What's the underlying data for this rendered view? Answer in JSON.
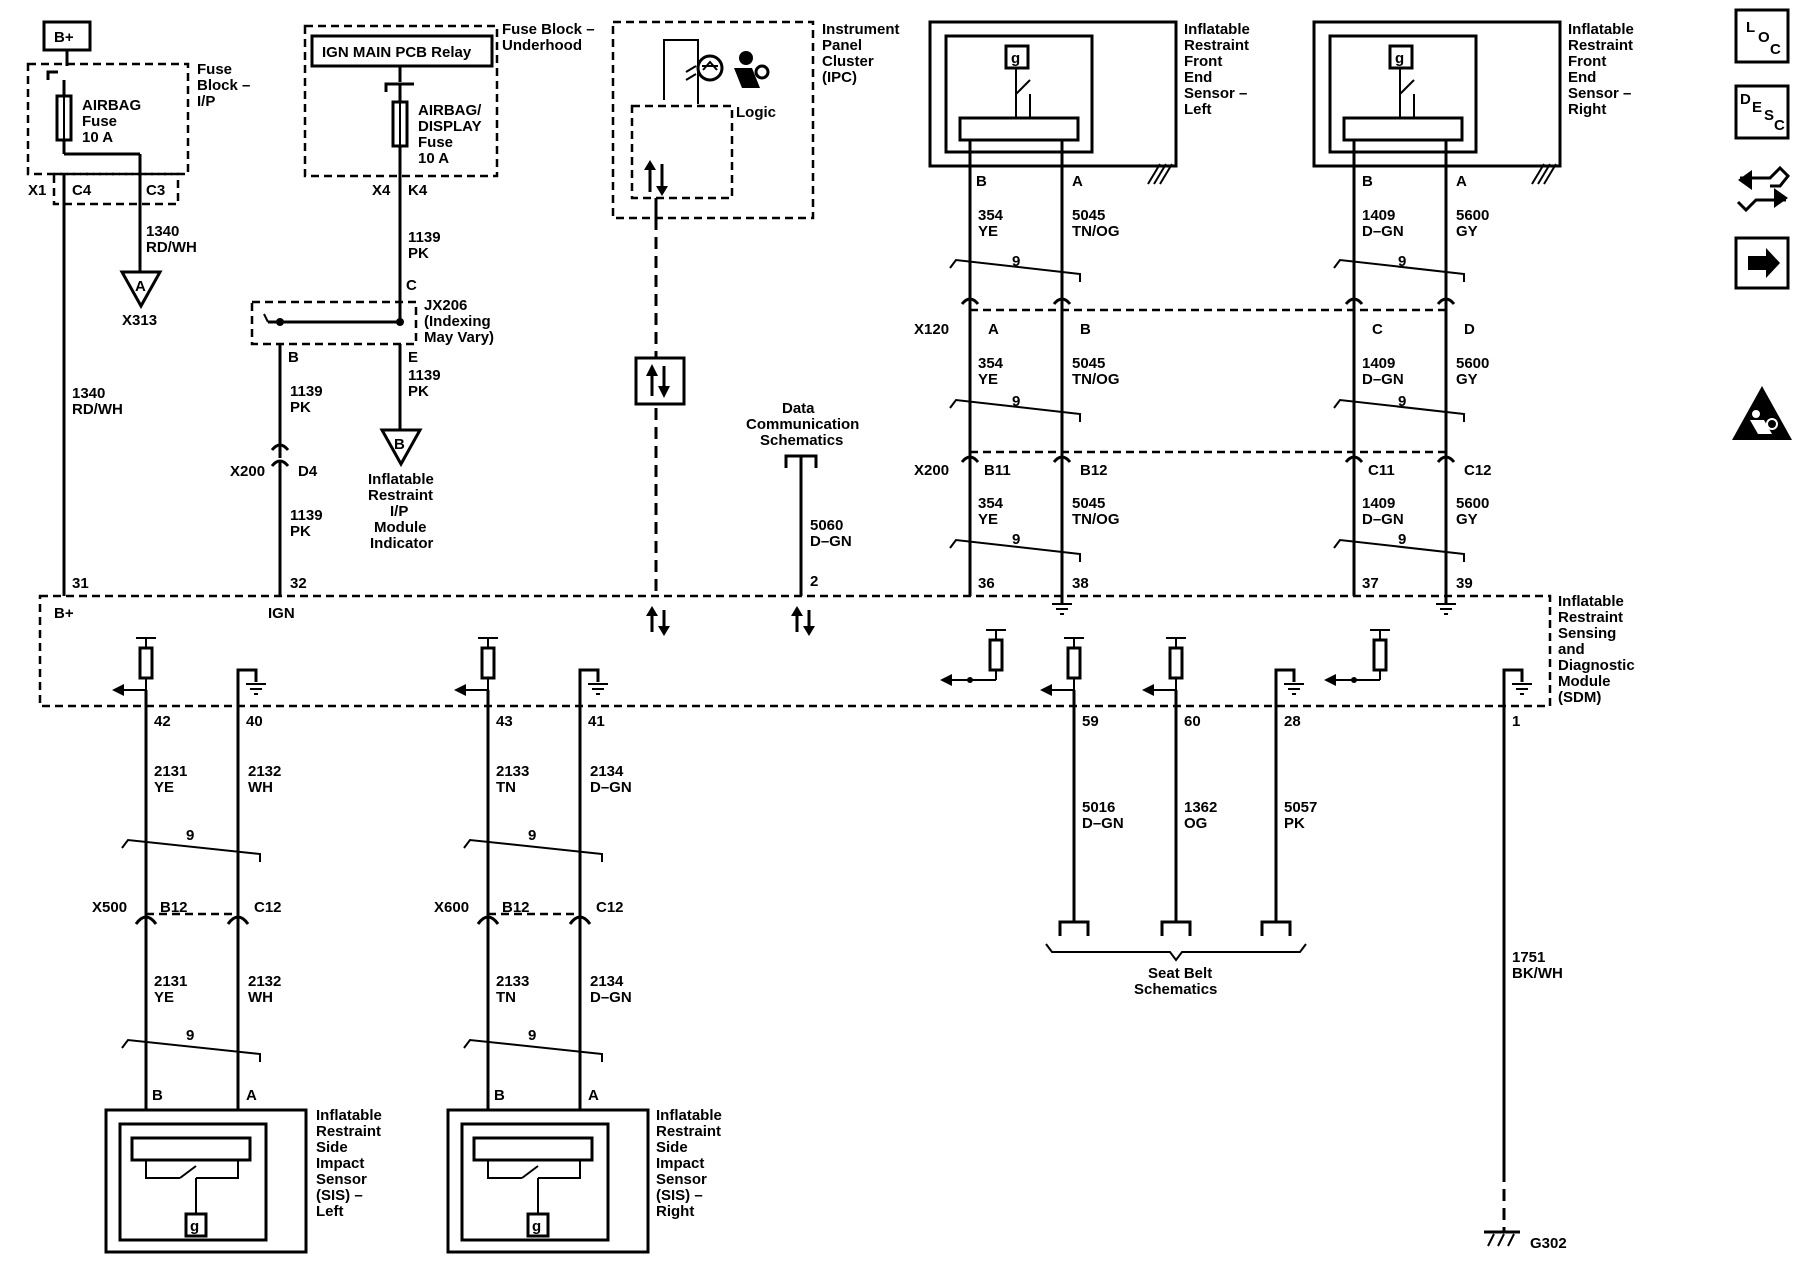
{
  "power": {
    "b_plus": "B+"
  },
  "fuse_ip": {
    "block_label": [
      "Fuse",
      "Block –",
      "I/P"
    ],
    "fuse_label": [
      "AIRBAG",
      "Fuse",
      "10 A"
    ],
    "x1": "X1",
    "c4": "C4",
    "c3": "C3"
  },
  "fuse_uh": {
    "relay": "IGN MAIN PCB Relay",
    "block_label": [
      "Fuse Block –",
      "Underhood"
    ],
    "fuse_label": [
      "AIRBAG/",
      "DISPLAY",
      "Fuse",
      "10 A"
    ],
    "x4": "X4",
    "k4": "K4"
  },
  "wire_a": {
    "num": "1340",
    "color": "RD/WH",
    "conn": "X313",
    "ref": "A"
  },
  "wire_b_long": {
    "num": "1340",
    "color": "RD/WH"
  },
  "wire_1139_top": {
    "num": "1139",
    "color": "PK"
  },
  "jx206": {
    "c": "C",
    "label": [
      "JX206",
      "(Indexing",
      "May Vary)"
    ],
    "b": "B",
    "e": "E"
  },
  "wire_1139_b": {
    "num": "1139",
    "color": "PK"
  },
  "wire_1139_e": {
    "num": "1139",
    "color": "PK"
  },
  "indicator": {
    "ref": "B",
    "label": [
      "Inflatable",
      "Restraint",
      "I/P",
      "Module",
      "Indicator"
    ]
  },
  "x200_left": {
    "conn": "X200",
    "pin": "D4"
  },
  "wire_1139_low": {
    "num": "1139",
    "color": "PK"
  },
  "ipc": {
    "label": [
      "Instrument",
      "Panel",
      "Cluster",
      "(IPC)"
    ],
    "logic": "Logic"
  },
  "data_comm": {
    "label": [
      "Data",
      "Communication",
      "Schematics"
    ],
    "num": "5060",
    "color": "D–GN",
    "pin": "2"
  },
  "sensor_left": {
    "g": "g",
    "label": [
      "Inflatable",
      "Restraint",
      "Front",
      "End",
      "Sensor –",
      "Left"
    ],
    "pin_b": "B",
    "pin_a": "A"
  },
  "sensor_right": {
    "g": "g",
    "label": [
      "Inflatable",
      "Restraint",
      "Front",
      "End",
      "Sensor –",
      "Right"
    ],
    "pin_b": "B",
    "pin_a": "A"
  },
  "wires_front": {
    "w354": {
      "num": "354",
      "color": "YE"
    },
    "w5045": {
      "num": "5045",
      "color": "TN/OG"
    },
    "w1409": {
      "num": "1409",
      "color": "D–GN"
    },
    "w5600": {
      "num": "5600",
      "color": "GY"
    },
    "twist": "9"
  },
  "x120": {
    "conn": "X120",
    "a": "A",
    "b": "B",
    "c": "C",
    "d": "D"
  },
  "x200_right": {
    "conn": "X200",
    "b11": "B11",
    "b12": "B12",
    "c11": "C11",
    "c12": "C12"
  },
  "sdm": {
    "label": [
      "Inflatable",
      "Restraint",
      "Sensing",
      "and",
      "Diagnostic",
      "Module",
      "(SDM)"
    ],
    "b_plus": "B+",
    "ign": "IGN",
    "p31": "31",
    "p32": "32",
    "p36": "36",
    "p38": "38",
    "p37": "37",
    "p39": "39",
    "p42": "42",
    "p40": "40",
    "p43": "43",
    "p41": "41",
    "p59": "59",
    "p60": "60",
    "p28": "28",
    "p1": "1"
  },
  "side_left": {
    "w2131": {
      "num": "2131",
      "color": "YE"
    },
    "w2132": {
      "num": "2132",
      "color": "WH"
    },
    "twist": "9",
    "conn": "X500",
    "b12": "B12",
    "c12": "C12",
    "pin_b": "B",
    "pin_a": "A",
    "g": "g",
    "label": [
      "Inflatable",
      "Restraint",
      "Side",
      "Impact",
      "Sensor",
      "(SIS) –",
      "Left"
    ]
  },
  "side_right": {
    "w2133": {
      "num": "2133",
      "color": "TN"
    },
    "w2134": {
      "num": "2134",
      "color": "D–GN"
    },
    "twist": "9",
    "conn": "X600",
    "b12": "B12",
    "c12": "C12",
    "pin_b": "B",
    "pin_a": "A",
    "g": "g",
    "label": [
      "Inflatable",
      "Restraint",
      "Side",
      "Impact",
      "Sensor",
      "(SIS) –",
      "Right"
    ]
  },
  "seatbelt": {
    "w5016": {
      "num": "5016",
      "color": "D–GN"
    },
    "w1362": {
      "num": "1362",
      "color": "OG"
    },
    "w5057": {
      "num": "5057",
      "color": "PK"
    },
    "label": [
      "Seat Belt",
      "Schematics"
    ]
  },
  "ground": {
    "num": "1751",
    "color": "BK/WH",
    "id": "G302"
  },
  "sidebar": {
    "loc": [
      "L",
      "O",
      "C"
    ],
    "desc": [
      "D",
      "E",
      "S",
      "C"
    ]
  },
  "icons": [
    "loc-icon",
    "desc-icon",
    "connector-view-icon",
    "next-page-arrow-icon",
    "airbag-warning-icon"
  ]
}
